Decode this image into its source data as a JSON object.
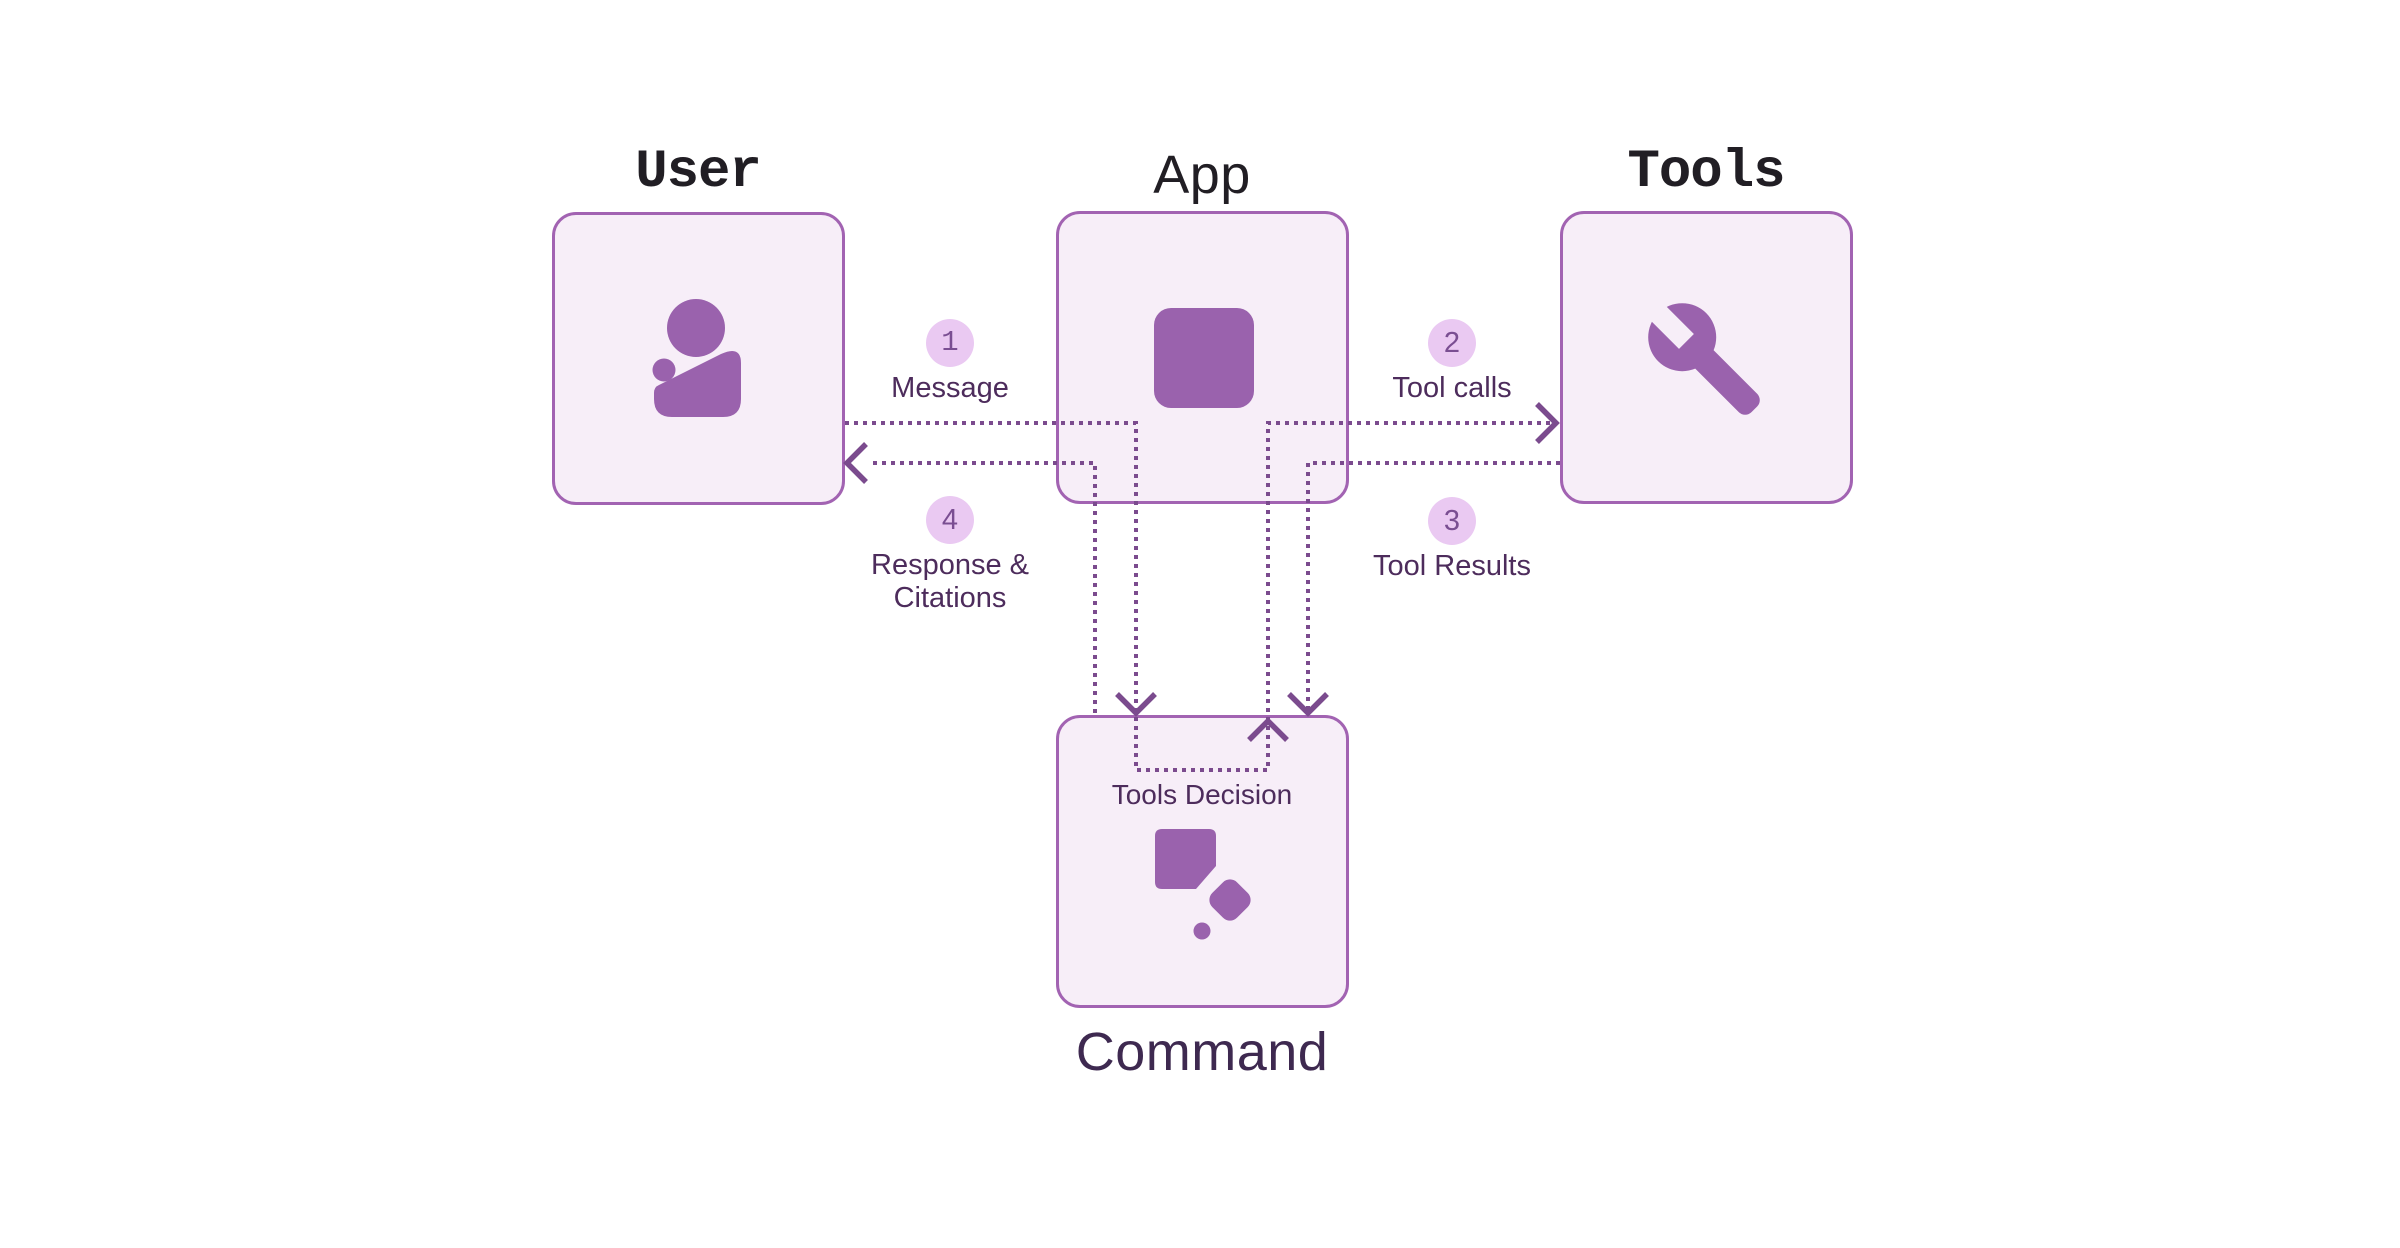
{
  "diagram": {
    "nodes": [
      {
        "id": "user",
        "title": "User",
        "icon": "person-icon"
      },
      {
        "id": "app",
        "title": "App",
        "icon": "app-square-icon"
      },
      {
        "id": "tools",
        "title": "Tools",
        "icon": "wrench-icon"
      },
      {
        "id": "command",
        "title": "Command",
        "icon": "command-logo-icon",
        "inner_label": "Tools Decision"
      }
    ],
    "flows": [
      {
        "step": "1",
        "label": "Message"
      },
      {
        "step": "2",
        "label": "Tool calls"
      },
      {
        "step": "3",
        "label": "Tool Results"
      },
      {
        "step": "4",
        "label": "Response & Citations"
      }
    ],
    "colors": {
      "background": "#ffffff",
      "box_fill": "#f7eef8",
      "box_border": "#a263b2",
      "icon_fill": "#9a62ad",
      "flow_line": "#7b4b8e",
      "badge_fill": "#eac9f2",
      "badge_text": "#7a4e92",
      "label_text": "#4d2c5c",
      "title_text": "#211e24",
      "command_title_text": "#3e2950"
    }
  }
}
